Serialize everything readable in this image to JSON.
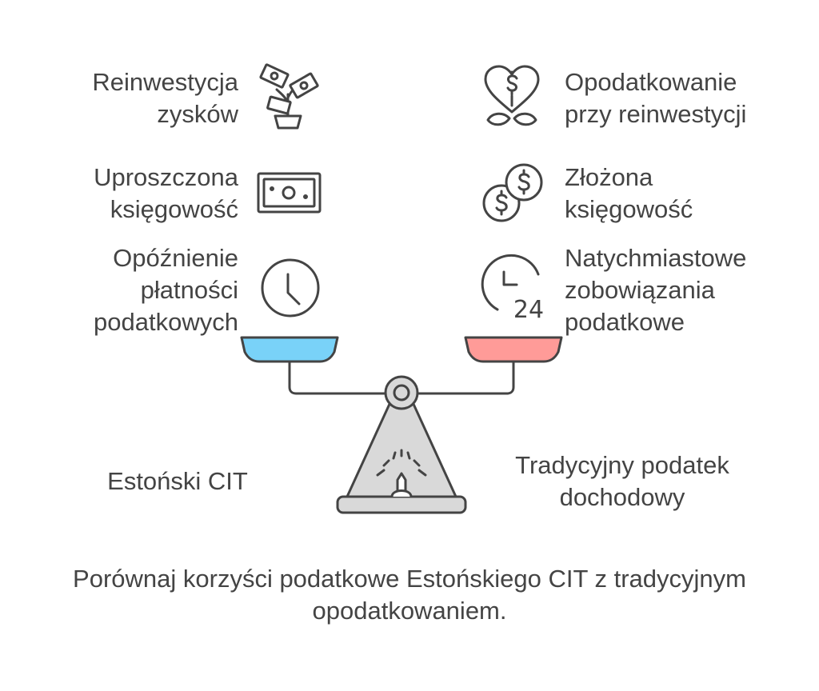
{
  "left_side": {
    "items": [
      {
        "lines": [
          "Reinwestycja",
          "zysków"
        ],
        "icon": "money-plant-icon"
      },
      {
        "lines": [
          "Uproszczona",
          "księgowość"
        ],
        "icon": "banknote-icon"
      },
      {
        "lines": [
          "Opóźnienie",
          "płatności",
          "podatkowych"
        ],
        "icon": "clock-icon"
      }
    ],
    "pan_color": "#79d2f8",
    "label_lines": [
      "Estoński CIT"
    ]
  },
  "right_side": {
    "items": [
      {
        "lines": [
          "Opodatkowanie",
          "przy reinwestycji"
        ],
        "icon": "heart-dollar-icon"
      },
      {
        "lines": [
          "Złożona",
          "księgowość"
        ],
        "icon": "coins-icon"
      },
      {
        "lines": [
          "Natychmiastowe",
          "zobowiązania",
          "podatkowe"
        ],
        "icon": "clock-24-icon"
      }
    ],
    "pan_color": "#ff9b98",
    "label_lines": [
      "Tradycyjny podatek",
      "dochodowy"
    ],
    "clock_text": "24"
  },
  "caption": {
    "lines": [
      "Porównaj korzyści podatkowe Estońskiego CIT z tradycyjnym",
      "opodatkowaniem."
    ]
  },
  "colors": {
    "stroke": "#444444",
    "base_fill": "#d9d9d9",
    "text": "#444444"
  }
}
